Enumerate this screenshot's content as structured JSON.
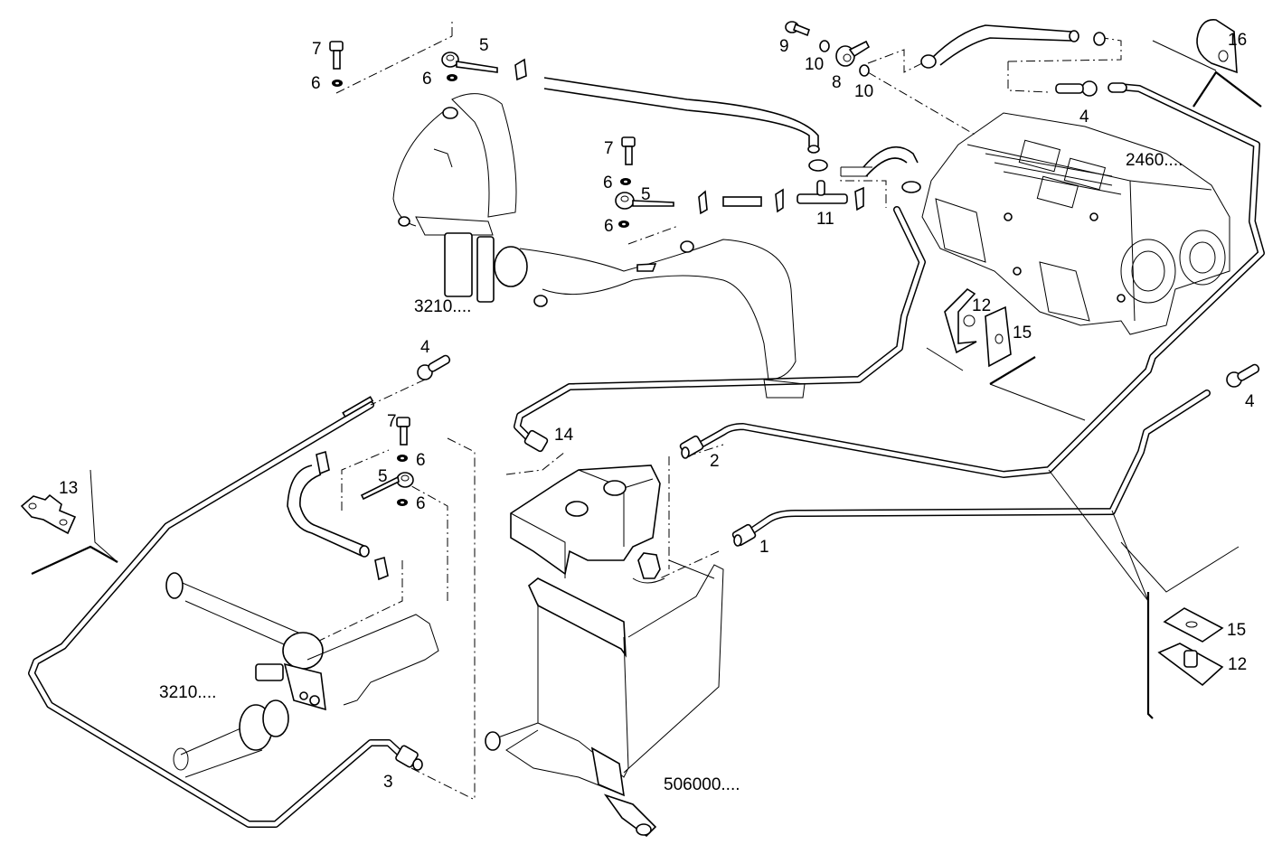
{
  "diagram": {
    "type": "exploded-parts-diagram",
    "subject": "Transmission oil cooling lines with oil reservoir",
    "callouts": [
      {
        "id": "c-7a",
        "text": "7",
        "part": "bolt"
      },
      {
        "id": "c-6a",
        "text": "6",
        "part": "washer"
      },
      {
        "id": "c-5a",
        "text": "5",
        "part": "banjo-fitting"
      },
      {
        "id": "c-6b",
        "text": "6",
        "part": "washer"
      },
      {
        "id": "c-9",
        "text": "9",
        "part": "banjo-bolt"
      },
      {
        "id": "c-10a",
        "text": "10",
        "part": "seal-ring"
      },
      {
        "id": "c-8",
        "text": "8",
        "part": "banjo-fitting"
      },
      {
        "id": "c-10b",
        "text": "10",
        "part": "seal-ring"
      },
      {
        "id": "c-4a",
        "text": "4",
        "part": "hose-adapter"
      },
      {
        "id": "c-16",
        "text": "16",
        "part": "pipe-clamp"
      },
      {
        "id": "c-2460",
        "text": "2460....",
        "part": "transmission-assembly-ref"
      },
      {
        "id": "c-7b",
        "text": "7",
        "part": "bolt"
      },
      {
        "id": "c-6c",
        "text": "6",
        "part": "washer"
      },
      {
        "id": "c-5b",
        "text": "5",
        "part": "banjo-fitting"
      },
      {
        "id": "c-6d",
        "text": "6",
        "part": "washer"
      },
      {
        "id": "c-11",
        "text": "11",
        "part": "tee-connector"
      },
      {
        "id": "c-3210a",
        "text": "3210....",
        "part": "housing-assembly-ref"
      },
      {
        "id": "c-12a",
        "text": "12",
        "part": "bracket"
      },
      {
        "id": "c-15a",
        "text": "15",
        "part": "plate"
      },
      {
        "id": "c-4b",
        "text": "4",
        "part": "hose-adapter"
      },
      {
        "id": "c-4c",
        "text": "4",
        "part": "hose-adapter"
      },
      {
        "id": "c-7c",
        "text": "7",
        "part": "bolt"
      },
      {
        "id": "c-6e",
        "text": "6",
        "part": "washer"
      },
      {
        "id": "c-14",
        "text": "14",
        "part": "pipe"
      },
      {
        "id": "c-2",
        "text": "2",
        "part": "pipe"
      },
      {
        "id": "c-5c",
        "text": "5",
        "part": "banjo-fitting"
      },
      {
        "id": "c-6f",
        "text": "6",
        "part": "washer"
      },
      {
        "id": "c-13",
        "text": "13",
        "part": "pipe-clamp"
      },
      {
        "id": "c-1",
        "text": "1",
        "part": "pipe"
      },
      {
        "id": "c-15b",
        "text": "15",
        "part": "plate"
      },
      {
        "id": "c-12b",
        "text": "12",
        "part": "bracket"
      },
      {
        "id": "c-3210b",
        "text": "3210....",
        "part": "valve-assembly-ref"
      },
      {
        "id": "c-3",
        "text": "3",
        "part": "pipe"
      },
      {
        "id": "c-506000",
        "text": "506000....",
        "part": "oil-reservoir-ref"
      }
    ]
  }
}
